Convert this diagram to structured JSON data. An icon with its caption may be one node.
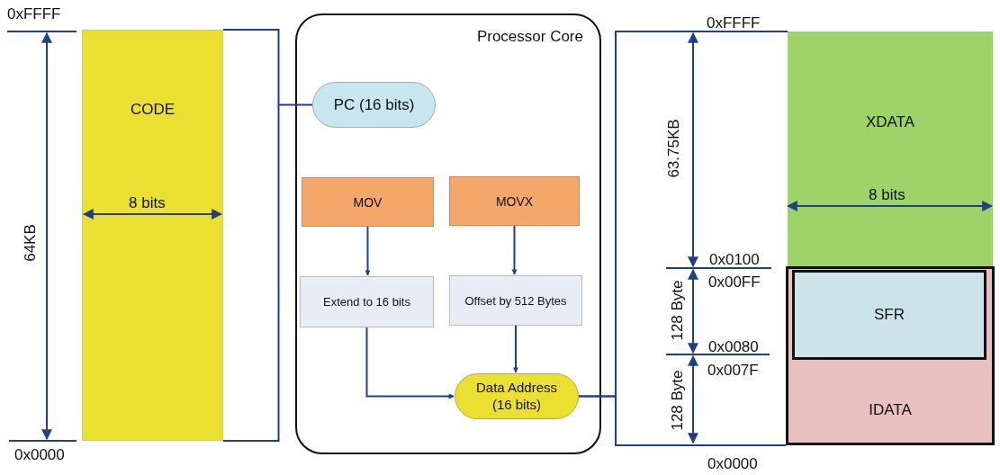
{
  "diagram": {
    "nodes": [
      {
        "text": [
          "CODE"
        ]
      },
      {
        "text": [
          "Processor Core"
        ]
      },
      {
        "text": [
          "PC (16 bits)"
        ],
        "in": 1
      },
      {
        "text": [
          "MOV"
        ],
        "in": 1
      },
      {
        "text": [
          "MOVX"
        ],
        "in": 1
      },
      {
        "text": [
          "Extend to 16 bits"
        ],
        "in": 1
      },
      {
        "text": [
          "Offset by 512 Bytes"
        ],
        "in": 1
      },
      {
        "text": [
          "Data Address (16 bits)"
        ],
        "in": 1
      },
      {
        "text": [
          "XDATA"
        ]
      },
      {
        "text": [
          "IDATA"
        ]
      },
      {
        "text": [
          "SFR"
        ],
        "in": 9
      }
    ],
    "edges": [
      {
        "from": 0,
        "to": 2,
        "arrow": "none"
      },
      {
        "from": 3,
        "to": 5,
        "arrow": "to"
      },
      {
        "from": 4,
        "to": 6,
        "arrow": "to"
      },
      {
        "from": 5,
        "to": 7,
        "arrow": "to"
      },
      {
        "from": 6,
        "to": 7,
        "arrow": "to"
      },
      {
        "from": 7,
        "to": 8,
        "arrow": "none"
      },
      {
        "from": 7,
        "to": 9,
        "arrow": "none"
      }
    ],
    "labels": [
      "0xFFFF",
      "64KB",
      "8 bits",
      "0x0000",
      "0xFFFF",
      "63.75KB",
      "8 bits",
      "0x0100",
      "0x00FF",
      "128 Byte",
      "0x0080",
      "0x007F",
      "128 Byte",
      "0x0000"
    ]
  }
}
